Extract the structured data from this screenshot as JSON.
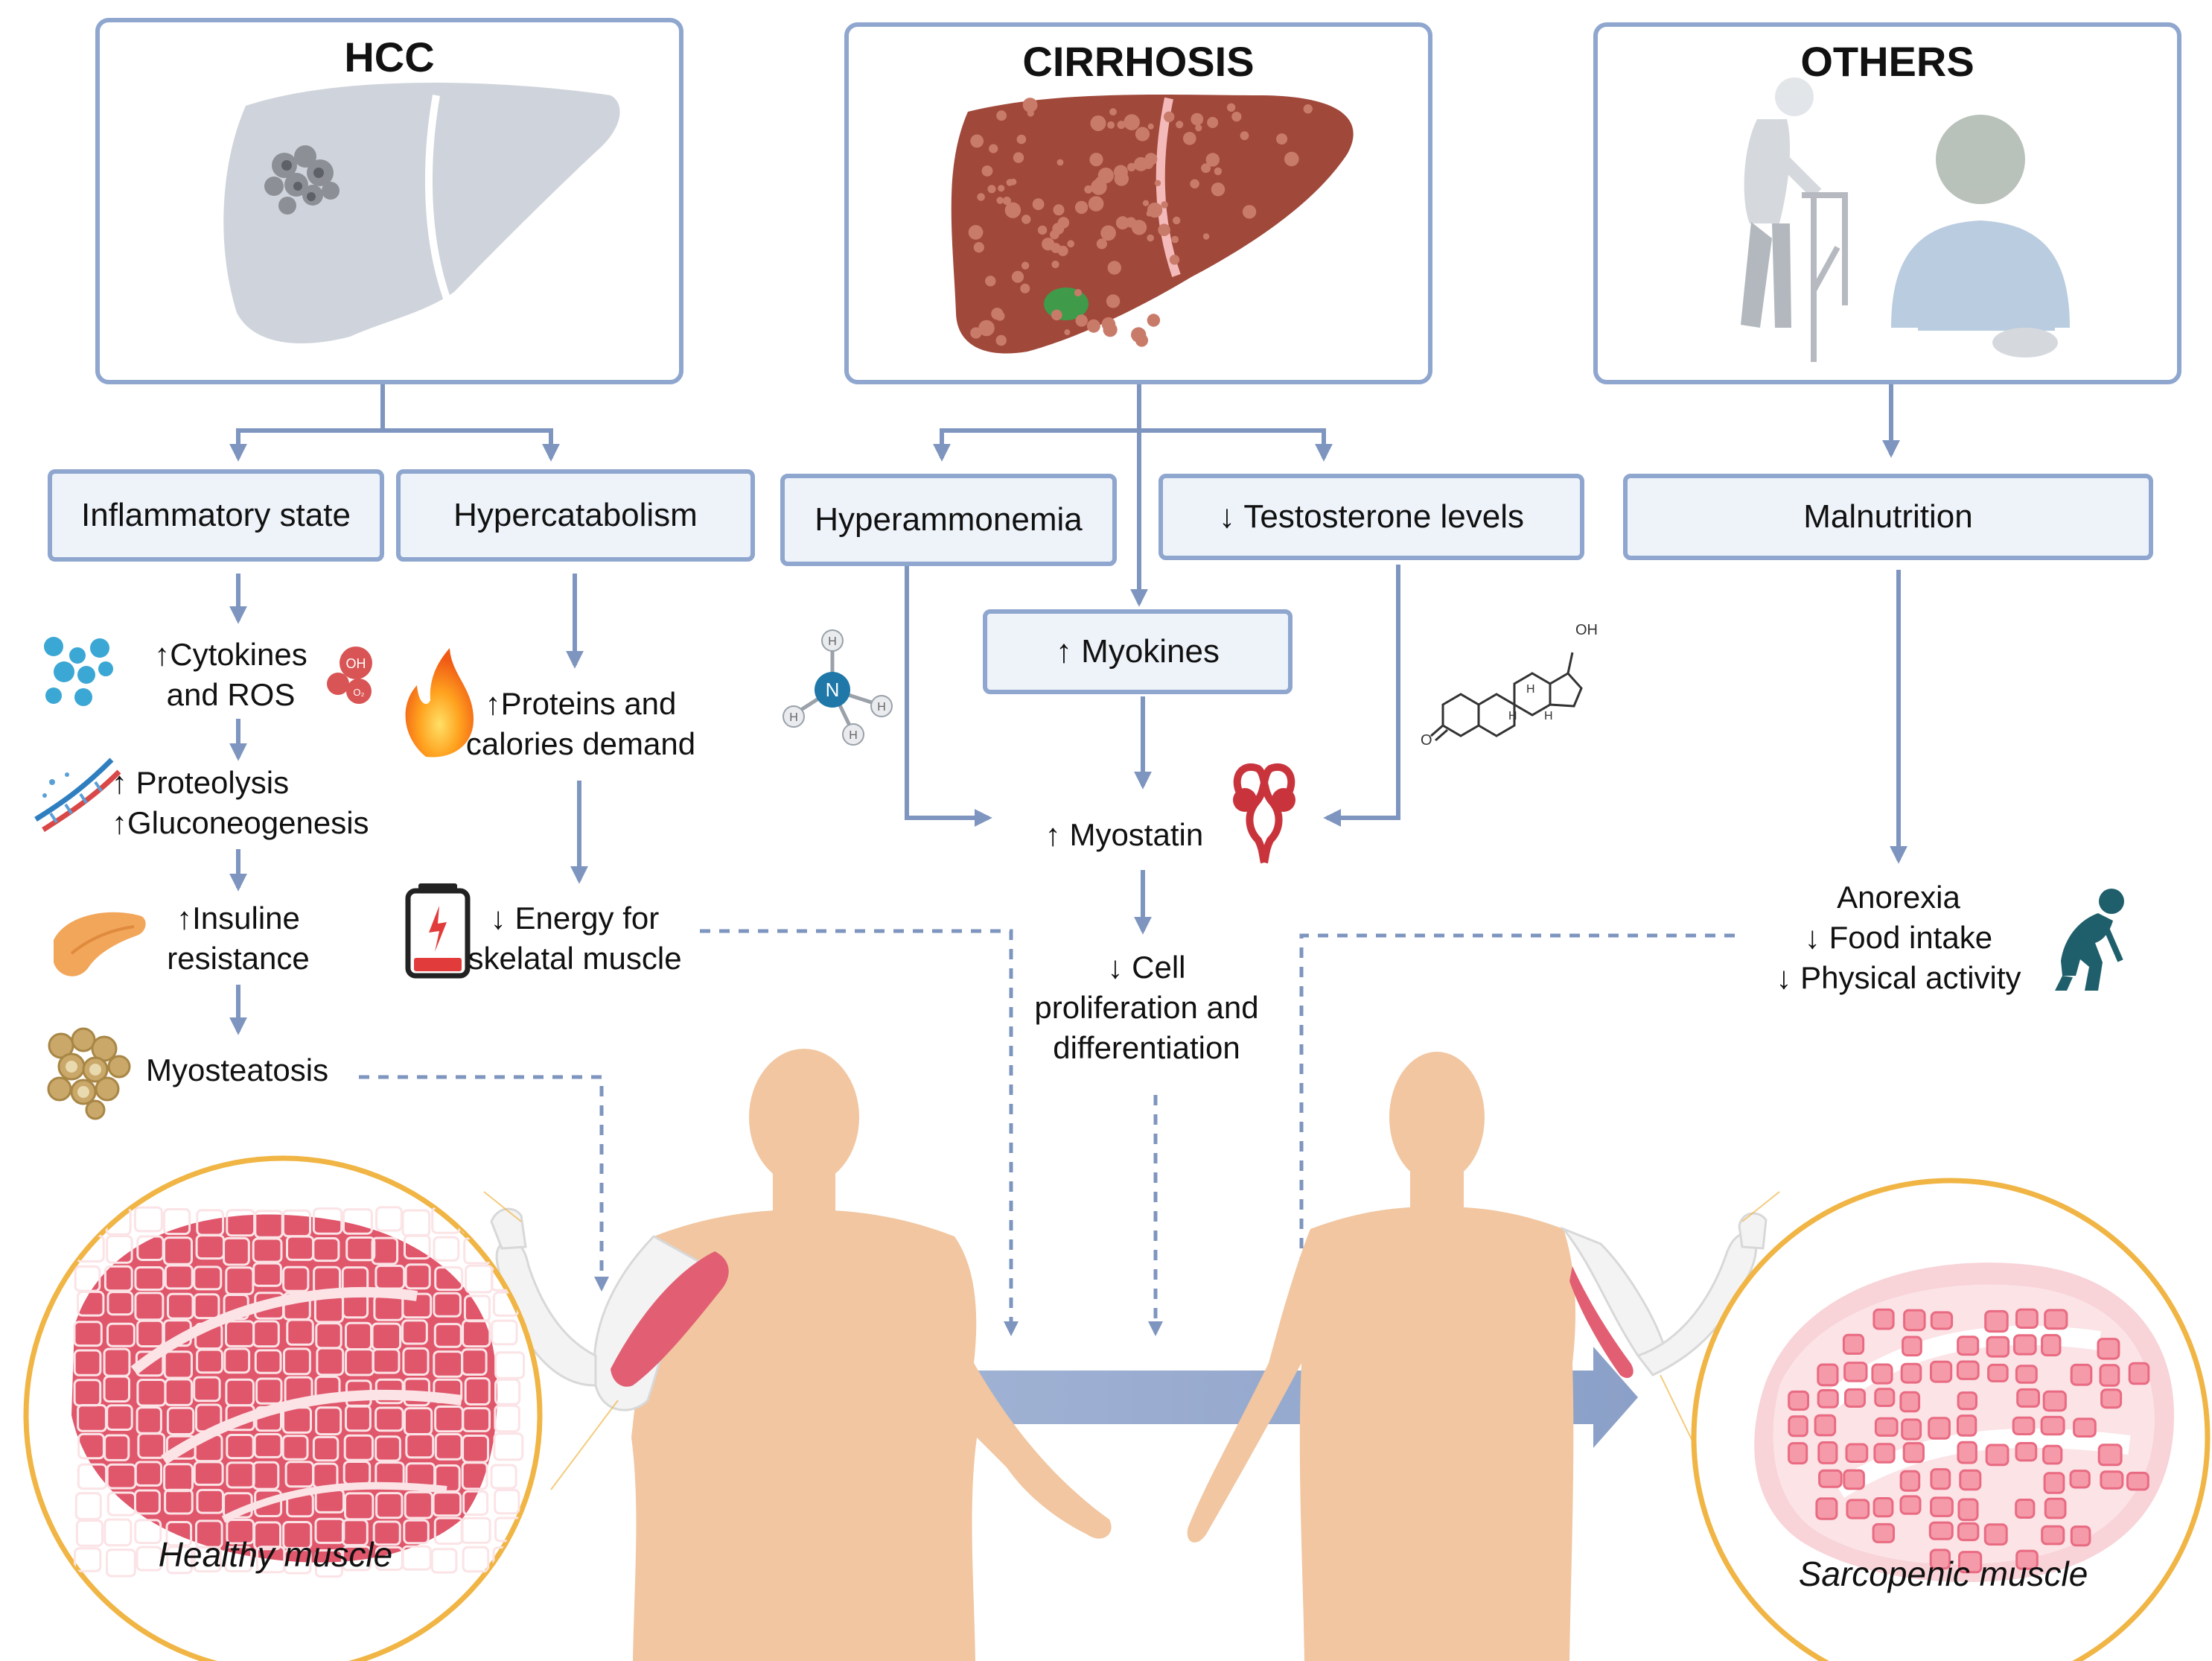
{
  "panels": {
    "hcc": "HCC",
    "cirrhosis": "CIRRHOSIS",
    "others": "OTHERS"
  },
  "mechanisms": {
    "inflammatory_state": "Inflammatory state",
    "hypercatabolism": "Hypercatabolism",
    "hyperammonemia": "Hyperammonemia",
    "testosterone": "↓ Testosterone levels",
    "malnutrition": "Malnutrition",
    "myokines": "↑ Myokines"
  },
  "hcc_chain": {
    "cytokines_1": "↑Cytokines",
    "cytokines_2": "and ROS",
    "proteolysis": "↑ Proteolysis",
    "gluconeogenesis": "↑Gluconeogenesis",
    "insuline_1": "↑Insuline",
    "insuline_2": "resistance",
    "myosteatosis": "Myosteatosis"
  },
  "hypercatabolism_chain": {
    "demand_1": "↑Proteins and",
    "demand_2": "calories demand",
    "energy_1": "↓ Energy for",
    "energy_2": "skelatal muscle"
  },
  "cirrhosis_chain": {
    "myostatin": "↑ Myostatin",
    "cell_1": "↓ Cell",
    "cell_2": "proliferation and",
    "cell_3": "differentiation"
  },
  "others_chain": {
    "anorexia": "Anorexia",
    "food_intake": "↓ Food intake",
    "physical_activity": "↓ Physical activity"
  },
  "molecules": {
    "ammonia_center": "N",
    "hydrogen": "H",
    "hydroxyl": "OH",
    "ketone": "O",
    "ros_oh": "OH",
    "ros_o2": "O₂"
  },
  "muscles": {
    "healthy": "Healthy muscle",
    "sarcopenic": "Sarcopenic muscle"
  },
  "colors": {
    "box_border": "#8fa6cf",
    "box_fill": "#eef3fa",
    "arrow": "#7e95bf",
    "skin": "#f1c6a0",
    "muscle_red": "#e25f73",
    "ring": "#f0b544",
    "liver_brown": "#a0483a"
  }
}
